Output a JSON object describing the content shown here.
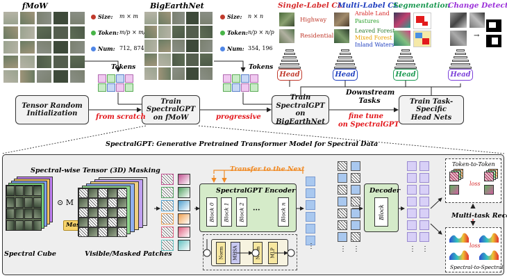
{
  "top": {
    "datasets": {
      "fmow": {
        "name": "fMoW",
        "size_label": "Size:",
        "size_value": "m × m",
        "token_label": "Token:",
        "token_value": "m/p × m/p",
        "num_label": "Num:",
        "num_value": "712, 874"
      },
      "bigearthnet": {
        "name": "BigEarthNet",
        "size_label": "Size:",
        "size_value": "n × n",
        "token_label": "Token:",
        "token_value": "n/p × n/p",
        "num_label": "Num:",
        "num_value": "354, 196"
      }
    },
    "tokens_label_1": "Tokens",
    "tokens_label_2": "Tokens",
    "pipeline": {
      "box1": [
        "Tensor Random",
        "Initialization"
      ],
      "box2": [
        "Train SpectralGPT",
        "on fMoW"
      ],
      "box3": [
        "Train SpectralGPT",
        "on BigEarthNet"
      ],
      "box4": [
        "Train Task-Specific",
        "Head Nets"
      ],
      "edge1": "from scratch",
      "edge2": "progressive",
      "edge3": [
        "fine tune",
        "on SpectralGPT"
      ],
      "downstream": [
        "Downstream",
        "Tasks"
      ]
    },
    "tasks": [
      {
        "title": "Single-Label CL.",
        "color": "#d62728",
        "head": "Head",
        "head_color": "#c0392b",
        "labels": [
          {
            "text": "Highway",
            "color": "#c0392b"
          },
          {
            "text": "Residential",
            "color": "#c0392b"
          }
        ]
      },
      {
        "title": "Multi-Label CL.",
        "color": "#1f3fbf",
        "head": "Head",
        "head_color": "#1f3fbf",
        "labels": [
          {
            "text": "Arable Land",
            "color": "#d62728"
          },
          {
            "text": "Pastures",
            "color": "#2ca02c"
          },
          {
            "text": "Leaved Forest",
            "color": "#2e7d32"
          },
          {
            "text": "Mixed Forest",
            "color": "#e6a000"
          },
          {
            "text": "Inland Waters",
            "color": "#1f3fbf"
          }
        ]
      },
      {
        "title": "Segmentation",
        "color": "#1a9850",
        "head": "Head",
        "head_color": "#1a9850",
        "labels": []
      },
      {
        "title": "Change Detection",
        "color": "#9b30d9",
        "head": "Head",
        "head_color": "#7b3fd9",
        "labels": []
      }
    ]
  },
  "bottom": {
    "title": "SpectralGPT: Generative Pretrained Transformer Model for Spectral Data",
    "masking_title": "Spectral-wise Tensor (3D) Masking",
    "odot_m": "⊙ M",
    "masking_btn": "Masking",
    "spectral_cube": "Spectral Cube",
    "visible_masked": "Visible/Masked Patches",
    "transfer": "Transfer to the Next",
    "encoder_title": "SpectralGPT Encoder",
    "blocks": [
      "Block 0",
      "Block 1",
      "Block 2",
      "···",
      "Block n"
    ],
    "decoder_title": "Decoder",
    "decoder_block": "Block",
    "sub_blocks": [
      "Norm",
      "MHSA",
      "Norm",
      "MLP"
    ],
    "token_to_token": "Token-to-Token",
    "multitask": "Multi-task Recon.",
    "spectral_to_spectral": "Spectral-to-Spectral",
    "loss": "loss",
    "ellipsis": "⋮"
  }
}
